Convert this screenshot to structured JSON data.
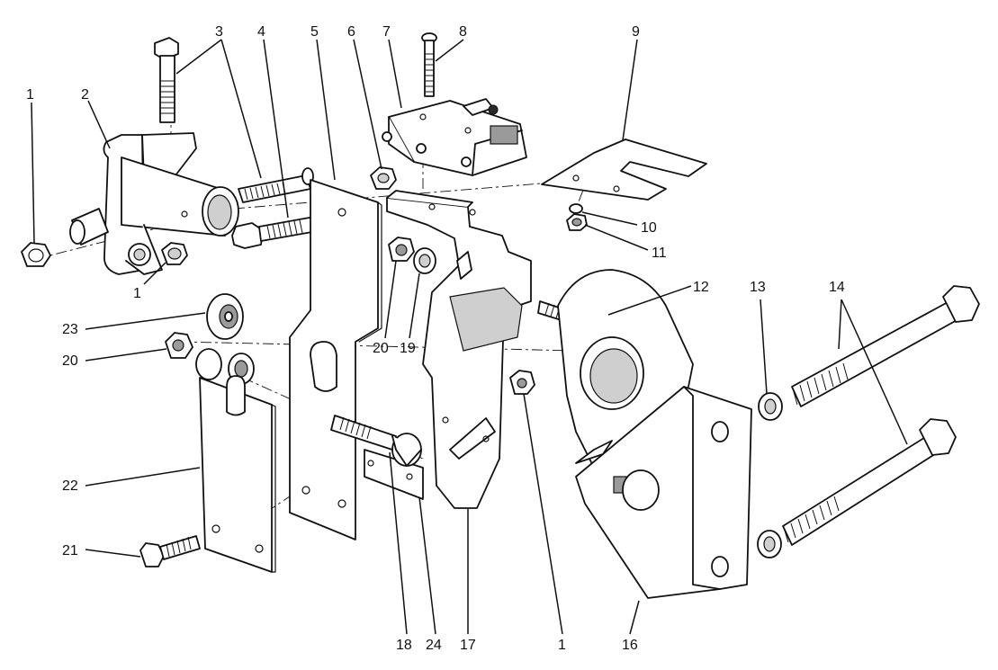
{
  "callouts": {
    "c1_left": "1",
    "c2": "2",
    "c3": "3",
    "c4": "4",
    "c5": "5",
    "c6": "6",
    "c7": "7",
    "c8": "8",
    "c9": "9",
    "c10": "10",
    "c11": "11",
    "c12": "12",
    "c13": "13",
    "c14": "14",
    "c1_mid": "1",
    "c23": "23",
    "c20_left": "20",
    "c20_mid": "20",
    "c19": "19",
    "c22": "22",
    "c21": "21",
    "c18": "18",
    "c24": "24",
    "c17": "17",
    "c1_bottom": "1",
    "c16": "16"
  }
}
